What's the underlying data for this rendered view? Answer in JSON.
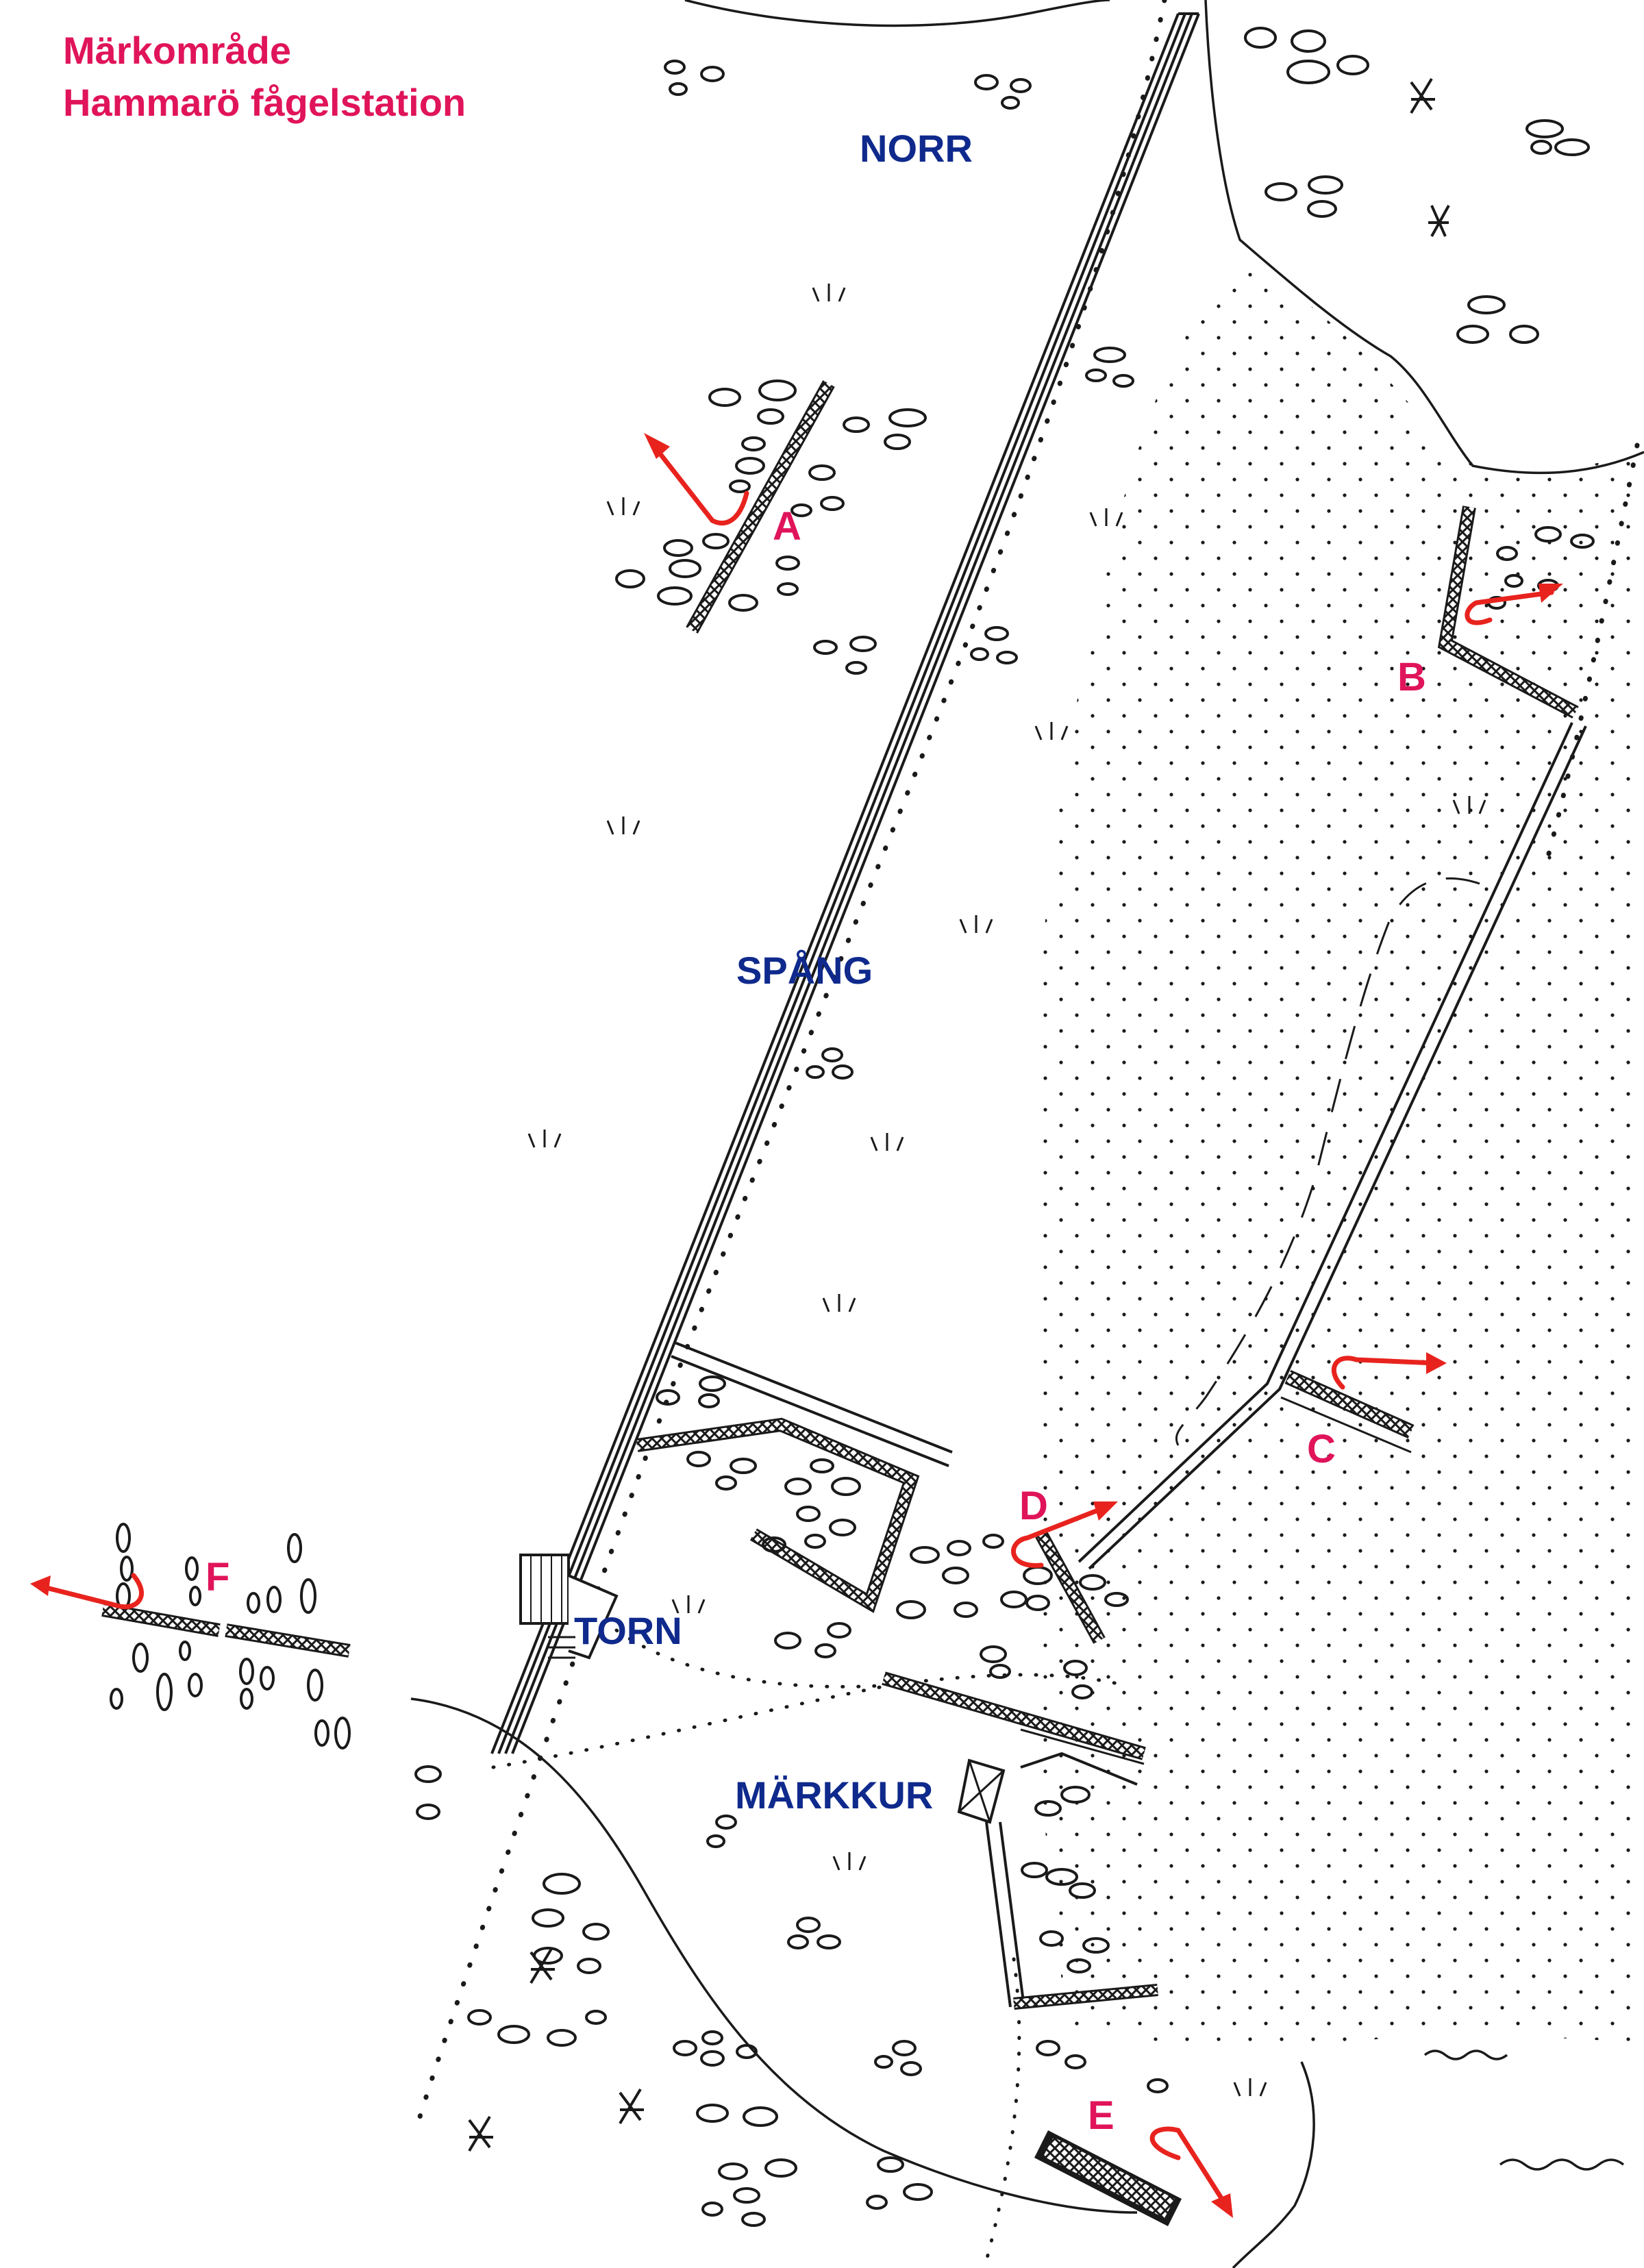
{
  "title": {
    "line1": "Märkområde",
    "line2": "Hammarö fågelstation"
  },
  "places": {
    "norr": "NORR",
    "spang": "SPÅNG",
    "torn": "TORN",
    "markkur": "MÄRKKUR"
  },
  "nets": {
    "a": "A",
    "b": "B",
    "c": "C",
    "d": "D",
    "e": "E",
    "f": "F"
  },
  "colors": {
    "title": "#e0145a",
    "place_labels": "#0f2a8c",
    "net_labels": "#e0145a",
    "arrows": "#e8231e",
    "ink": "#1a1a1a"
  }
}
